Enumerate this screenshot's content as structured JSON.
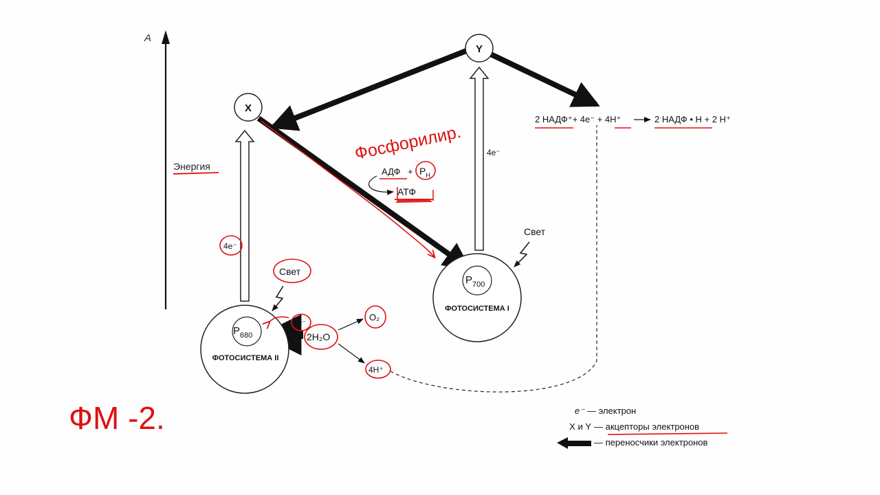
{
  "axis": {
    "top_label": "A",
    "side_label": "Энергия"
  },
  "nodes": {
    "x": "X",
    "y": "Y",
    "p680_base": "P",
    "p680_sub": "680",
    "p700_base": "P",
    "p700_sub": "700"
  },
  "photosystems": {
    "ps2": "ФОТОСИСТЕМА II",
    "ps1": "ФОТОСИСТЕМА I"
  },
  "labels": {
    "light_ps1": "Свет",
    "light_ps2": "Свет",
    "electrons_left": "4e⁻",
    "electrons_right": "4e⁻",
    "electrons_water": "4e⁻",
    "water": "2H₂O",
    "oxygen": "O₂",
    "protons": "4H⁺",
    "adp": "АДФ",
    "pi_base": "P",
    "pi_sub": "Н",
    "atp": "АТФ",
    "nadp_eq_left": "2 НАДФ⁺+ 4e⁻ + 4H⁺",
    "nadp_eq_right": "2 НАДФ • Н + 2 Н⁺"
  },
  "legend": [
    {
      "symbol": "e⁻",
      "text": "— электрон"
    },
    {
      "symbol": "X и Y",
      "text": "— акцепторы электронов"
    },
    {
      "symbol": "",
      "text": "— переносчики электронов"
    }
  ],
  "annotations": {
    "phosphorylation": "Фосфорилир.",
    "fm": "ФМ -2."
  },
  "colors": {
    "ink": "#111111",
    "annotation": "#e01010",
    "background": "#ffffff"
  }
}
